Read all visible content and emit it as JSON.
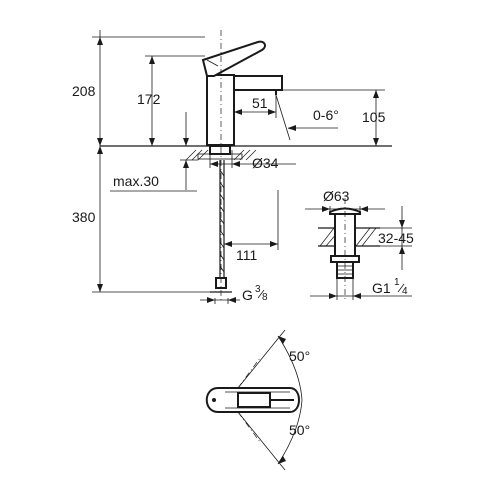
{
  "dimensions": {
    "total_height": "208",
    "spout_height": "172",
    "spout_reach": "51",
    "spout_clearance": "105",
    "tilt_angle": "0-6°",
    "hole_diameter": "Ø34",
    "deck_thickness": "max.30",
    "hose_length": "380",
    "hose_offset": "111",
    "hose_thread_main": "G",
    "hose_thread_sup": "3",
    "hose_thread_sub": "8",
    "waste_diameter": "Ø63",
    "waste_range": "32-45",
    "waste_thread_main": "G1",
    "waste_thread_sup": "1",
    "waste_thread_sub": "4",
    "swivel_angle_top": "50°",
    "swivel_angle_bottom": "50°"
  }
}
